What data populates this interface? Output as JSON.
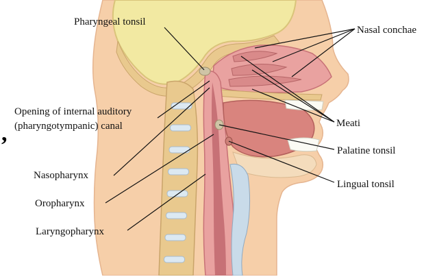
{
  "labels": {
    "pharyngeal_tonsil": "Pharyngeal tonsil",
    "nasal_conchae": "Nasal conchae",
    "opening_line1": "Opening of internal auditory",
    "opening_line2": "(pharyngotympanic) canal",
    "meati": "Meati",
    "palatine_tonsil": "Palatine tonsil",
    "nasopharynx": "Nasopharynx",
    "lingual_tonsil": "Lingual tonsil",
    "oropharynx": "Oropharynx",
    "laryngopharynx": "Laryngopharynx"
  },
  "stray_mark": ",",
  "colors": {
    "skin": "#f6cfa9",
    "skull": "#f2e9a2",
    "bone": "#e9c98e",
    "mucosa": "#e9a2a0",
    "mucosa_dark": "#c77176",
    "tongue": "#d9847e",
    "vertebra_disc": "#dce9f2",
    "cartilage": "#c9dbe9",
    "teeth": "#fbfbf4",
    "leader_line": "#111111"
  }
}
